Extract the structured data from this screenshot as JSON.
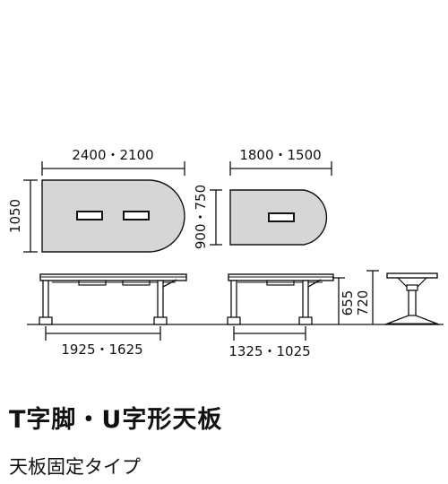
{
  "dimensions": {
    "large_width": "2400・2100",
    "large_depth": "1050",
    "small_width": "1800・1500",
    "small_depth": "900・750",
    "large_leg_span": "1925・1625",
    "small_leg_span": "1325・1025",
    "height_low": "655",
    "height_high": "720"
  },
  "title": "T字脚・U字形天板",
  "subtitle": "天板固定タイプ"
}
